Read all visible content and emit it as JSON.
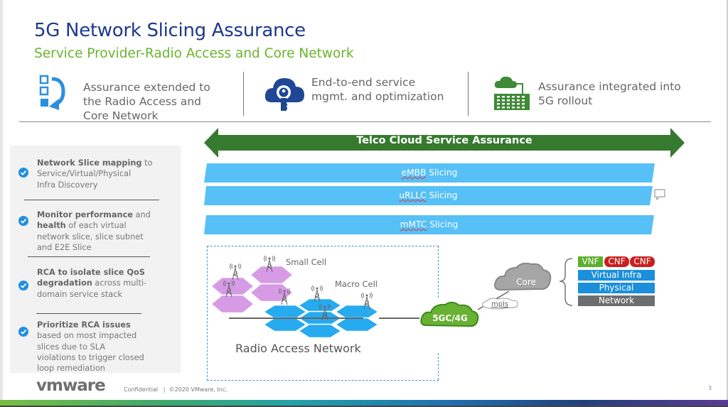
{
  "slide": {
    "title": "5G Network Slicing Assurance",
    "subtitle": "Service Provider-Radio Access and Core Network",
    "page_number": "3"
  },
  "features": [
    {
      "icon": "checklist-refresh-icon",
      "lines": [
        "Assurance extended to",
        "the Radio Access and",
        "Core  Network"
      ]
    },
    {
      "icon": "cloud-key-icon",
      "lines": [
        "End-to-end service",
        "mgmt. and optimization"
      ]
    },
    {
      "icon": "cloud-keyboard-icon",
      "lines": [
        "Assurance integrated into",
        "5G rollout"
      ]
    }
  ],
  "bullets": [
    {
      "bold": "Network Slice mapping",
      "lines": [
        " to",
        "Service/Virtual/Physical",
        "Infra Discovery"
      ]
    },
    {
      "bold": "Monitor performance",
      "lines": [
        " and",
        "health",
        " of each virtual",
        "network slice, slice subnet",
        "and E2E Slice"
      ]
    },
    {
      "bold": "RCA to isolate slice QoS",
      "lines": [
        "degradation",
        " across multi-",
        "domain service stack"
      ]
    },
    {
      "bold": "Prioritize RCA issues",
      "lines": [
        "based on  most impacted",
        "slices due to SLA",
        "violations to trigger closed",
        "loop remediation"
      ]
    }
  ],
  "banner": {
    "label": "Telco Cloud Service Assurance",
    "color": "#367a2f"
  },
  "slices": [
    {
      "prefix": "eMBB",
      "suffix": " Slicing"
    },
    {
      "prefix": "uRLLC",
      "suffix": " Slicing"
    },
    {
      "prefix": "mMTC",
      "suffix": " Slicing"
    }
  ],
  "slice_color": "#56c0f7",
  "diagram": {
    "small_cell_label": "Small Cell",
    "macro_cell_label": "Macro Cell",
    "ran_label": "Radio Access Network",
    "core_5g_label": "5GC/4G",
    "mpls_label": "mpls",
    "core_label": "Core",
    "stack": {
      "functions": [
        "VNF",
        "CNF",
        "CNF"
      ],
      "layers": [
        "Virtual Infra",
        "Physical",
        "Network"
      ]
    },
    "colors": {
      "small_cell": "#d79be6",
      "macro_cell": "#26aaf0",
      "core_5g": "#68b133",
      "core": "#a6a6a6",
      "vnf": "#5dae2d",
      "cnf": "#c8201e",
      "infra": "#1b8fdc",
      "network": "#6d6e70"
    }
  },
  "footer": {
    "logo": "vmware",
    "confidential": "Confidential",
    "separator": "|",
    "copyright": "©2020 VMware, Inc."
  }
}
